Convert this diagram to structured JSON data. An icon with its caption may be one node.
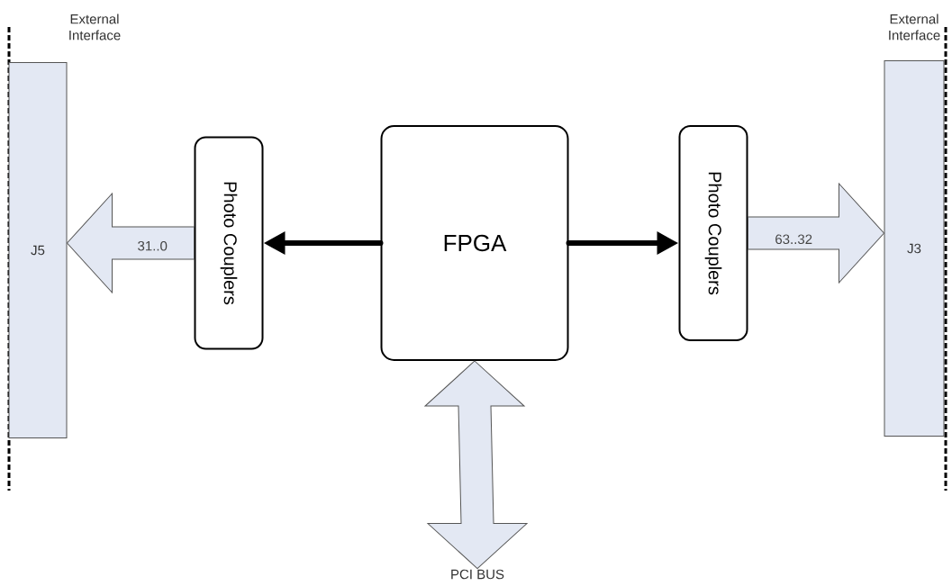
{
  "diagram": {
    "nodes": [
      {
        "text": [
          "J5"
        ],
        "beside": [
          "External Interface"
        ]
      },
      {
        "text": [
          "Photo Couplers"
        ]
      },
      {
        "text": [
          "FPGA"
        ]
      },
      {
        "text": [
          "Photo Couplers"
        ]
      },
      {
        "text": [
          "J3"
        ],
        "beside": [
          "External Interface"
        ]
      },
      {
        "text": [
          "PCI BUS"
        ]
      }
    ],
    "edges": [
      {
        "from": 2,
        "to": 1,
        "arrow": "to"
      },
      {
        "from": 2,
        "to": 3,
        "arrow": "to"
      },
      {
        "from": 1,
        "to": 0,
        "arrow": "to",
        "label": "31..0",
        "style": "thick"
      },
      {
        "from": 3,
        "to": 4,
        "arrow": "to",
        "label": "63..32",
        "style": "thick"
      },
      {
        "from": 2,
        "to": 5,
        "arrow": "both",
        "style": "thick"
      }
    ]
  }
}
